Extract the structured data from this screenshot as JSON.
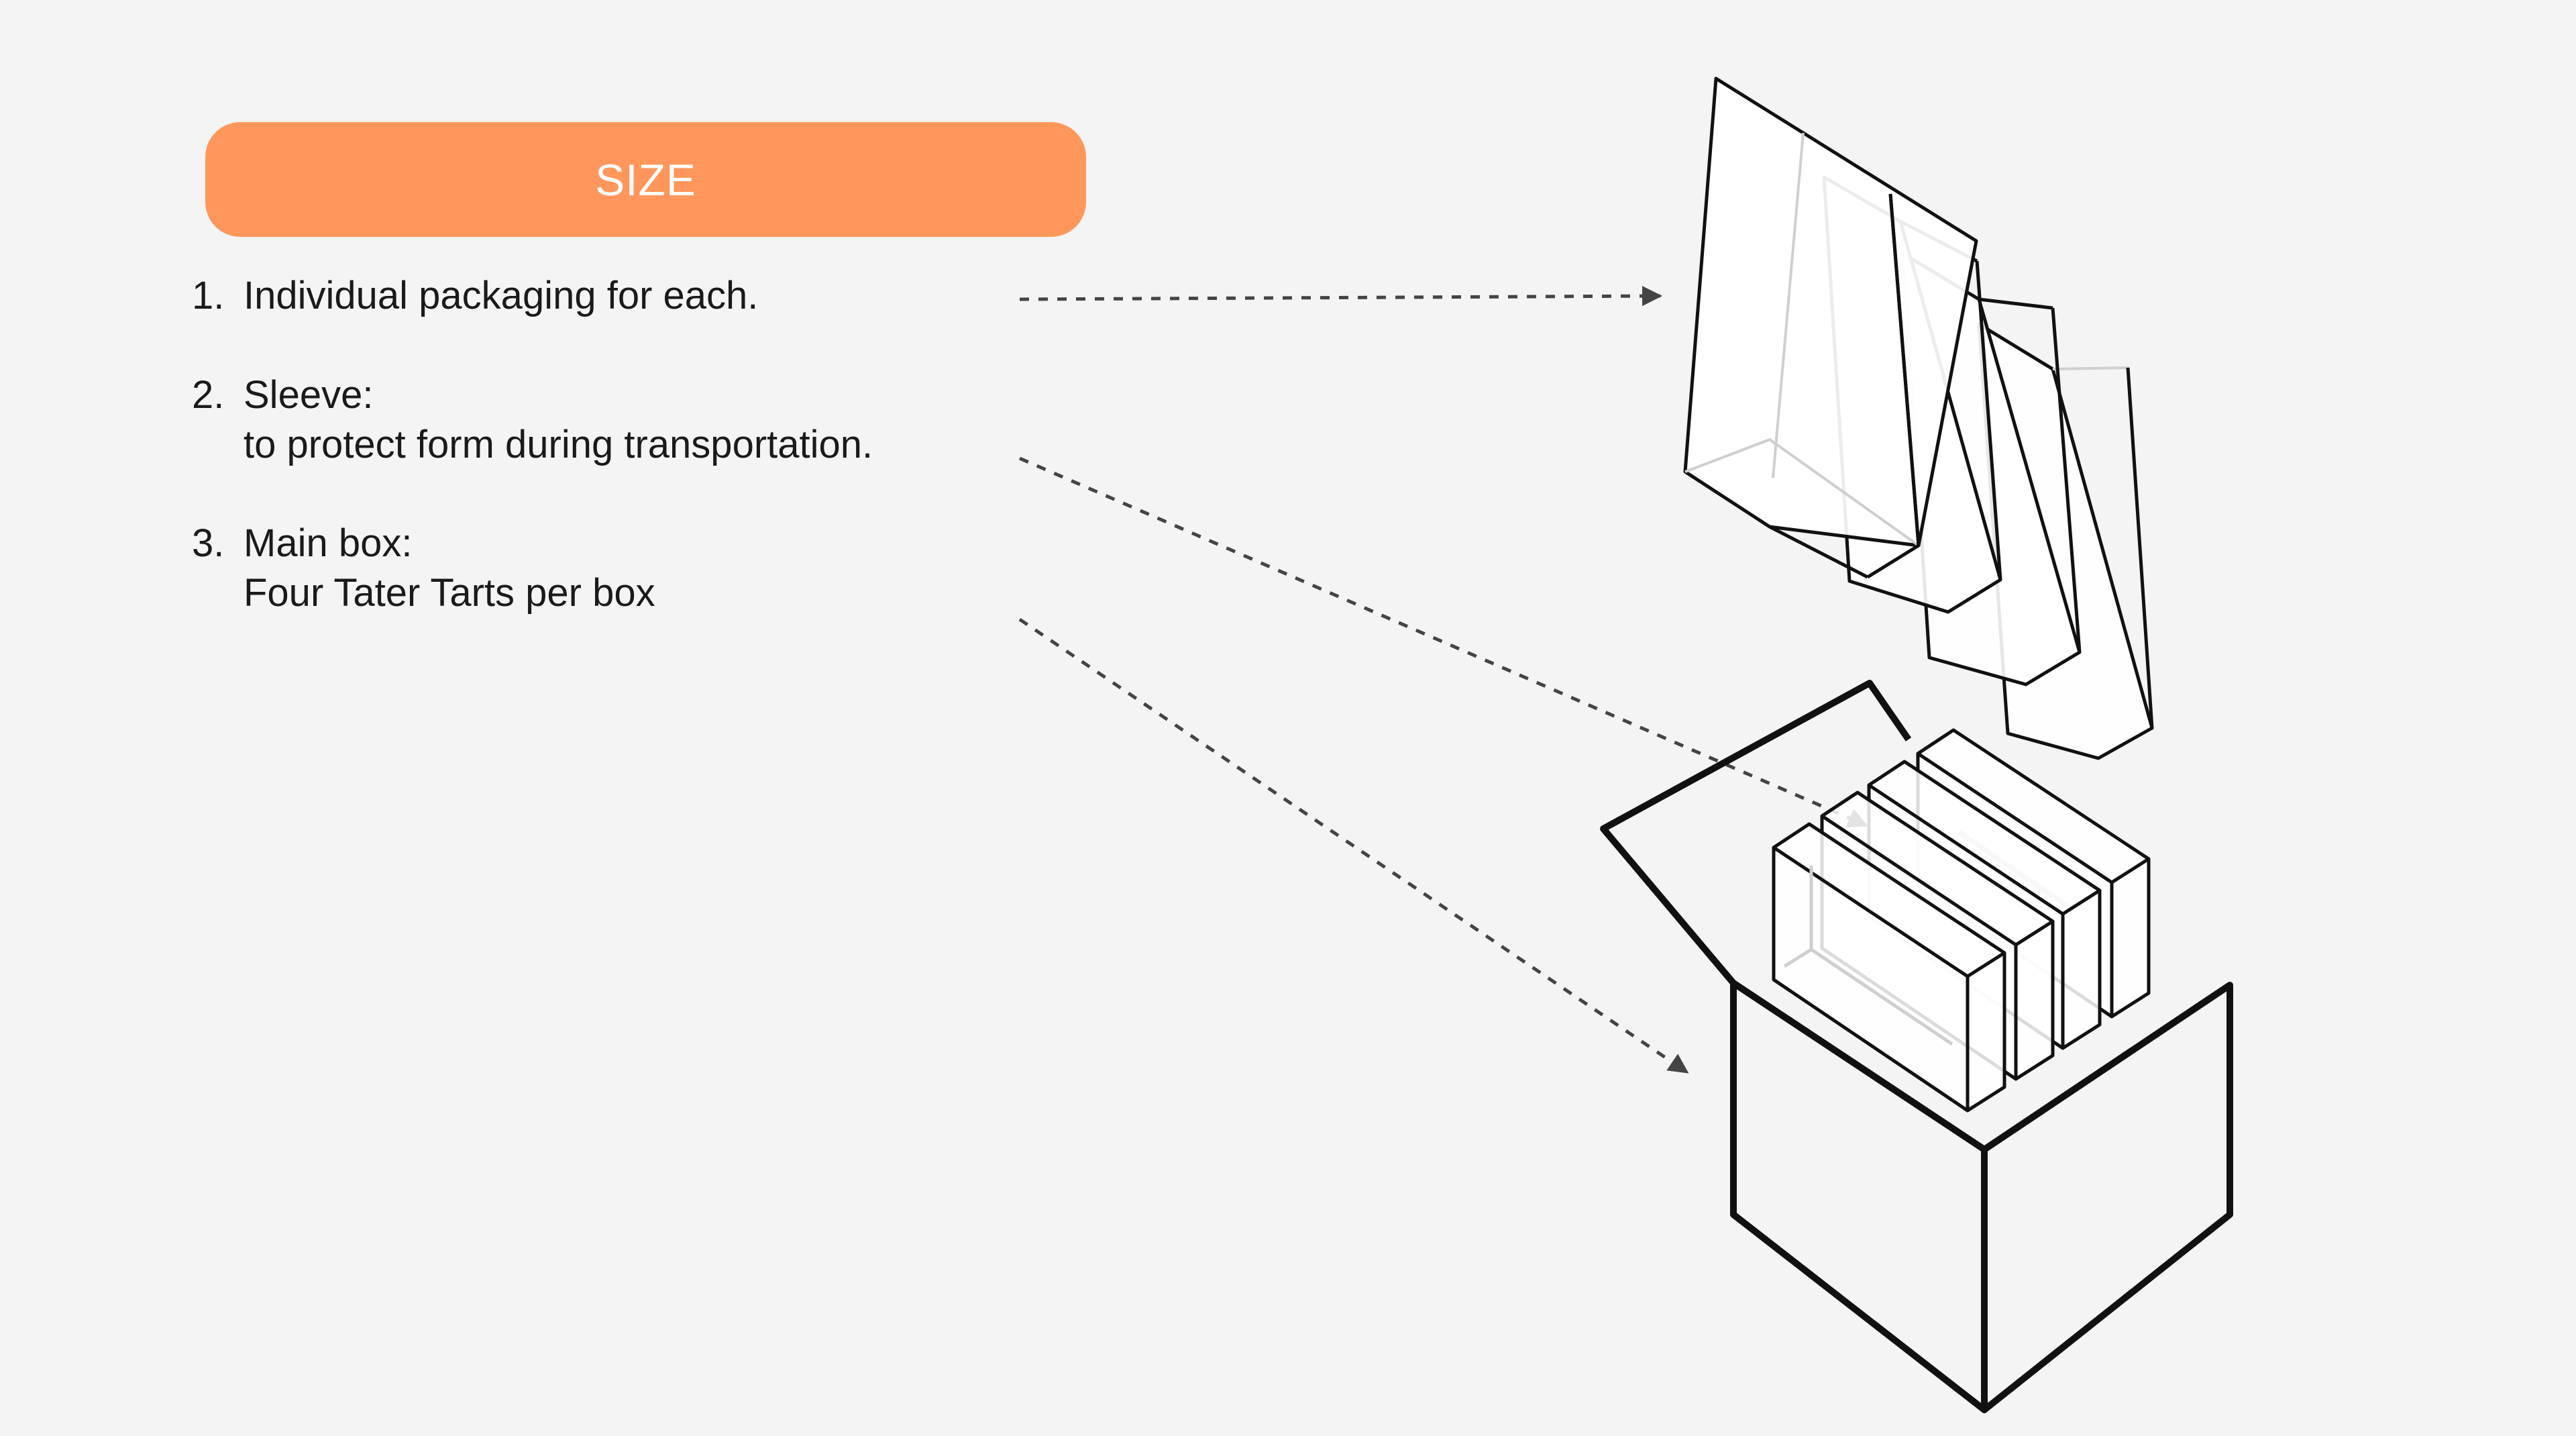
{
  "header": {
    "label": "SIZE",
    "color": "#ff975c"
  },
  "items": [
    {
      "number": "1.",
      "title": "Individual packaging for each.",
      "detail": ""
    },
    {
      "number": "2.",
      "title": "Sleeve:",
      "detail": "to protect form during transportation."
    },
    {
      "number": "3.",
      "title": "Main box:",
      "detail": "Four Tater Tarts per box"
    }
  ]
}
